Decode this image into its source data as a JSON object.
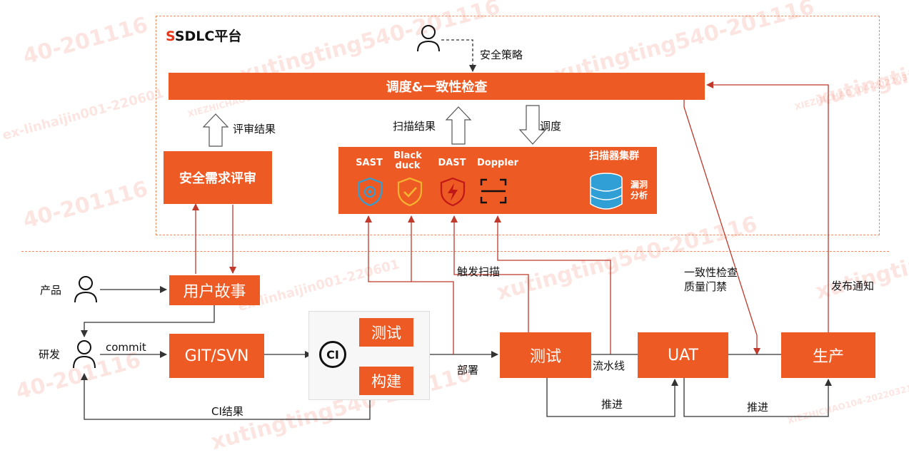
{
  "platform": {
    "title_prefix": "S",
    "title_rest": "SDLC平台"
  },
  "policy": {
    "label": "安全策略"
  },
  "orchestrator": {
    "label": "调度&一致性检查"
  },
  "review": {
    "result_label": "评审结果",
    "box_label": "安全需求评审"
  },
  "scan": {
    "result_label": "扫描结果",
    "dispatch_label": "调度",
    "cluster_label": "扫描器集群",
    "vuln_label_1": "漏洞",
    "vuln_label_2": "分析",
    "tools": [
      {
        "line1": "SAST",
        "line2": ""
      },
      {
        "line1": "Black",
        "line2": "duck"
      },
      {
        "line1": "DAST",
        "line2": ""
      },
      {
        "line1": "Doppler",
        "line2": ""
      }
    ]
  },
  "actors": {
    "product": "产品",
    "dev": "研发"
  },
  "flow": {
    "user_story": "用户故事",
    "commit": "commit",
    "git": "GIT/SVN",
    "ci": "CI",
    "ci_test": "测试",
    "ci_build": "构建",
    "ci_result": "CI结果",
    "deploy": "部署",
    "trigger_scan": "触发扫描",
    "pipeline": "流水线",
    "push1": "推进",
    "push2": "推进",
    "consistency_1": "一致性检查",
    "consistency_2": "质量门禁",
    "release_notice": "发布通知"
  },
  "stages": {
    "test": "测试",
    "uat": "UAT",
    "prod": "生产"
  },
  "watermarks": [
    "40-201116",
    "xutingting540-201116",
    "ex-linhaijin001-220601",
    "XIEZHICHAO104-20220321",
    "xutingting"
  ],
  "colors": {
    "accent": "#ee5a24",
    "red_line": "#c0392b",
    "dark_line": "#333333",
    "icon_blue": "#2f9fd6"
  }
}
